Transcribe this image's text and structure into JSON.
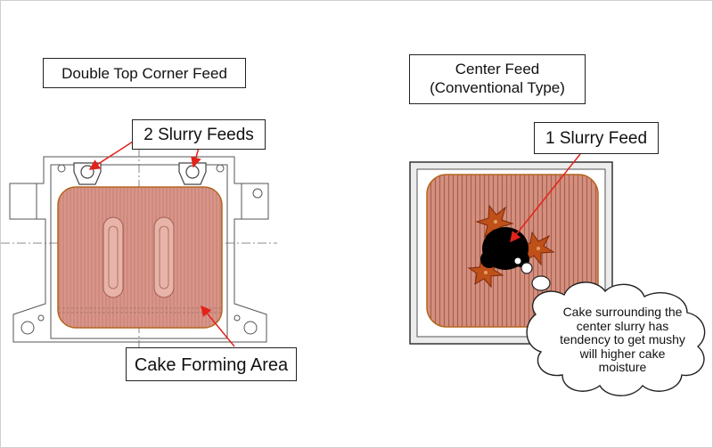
{
  "left_panel": {
    "title": "Double Top Corner Feed",
    "feeds_label": "2 Slurry Feeds",
    "area_label": "Cake Forming Area"
  },
  "right_panel": {
    "title_line1": "Center Feed",
    "title_line2": "(Conventional Type)",
    "feed_label": "1 Slurry Feed",
    "callout_lines": [
      "Cake surrounding the",
      "center slurry has",
      "tendency to get mushy",
      "will higher cake",
      "moisture"
    ]
  },
  "colors": {
    "arrow": "#e2231a",
    "cake_fill": "#d9958a",
    "cake_border": "#b5651d",
    "plate_frame": "#e6e6e6",
    "slurry_splash": "#c0501a",
    "feed_hole": "#000000"
  }
}
